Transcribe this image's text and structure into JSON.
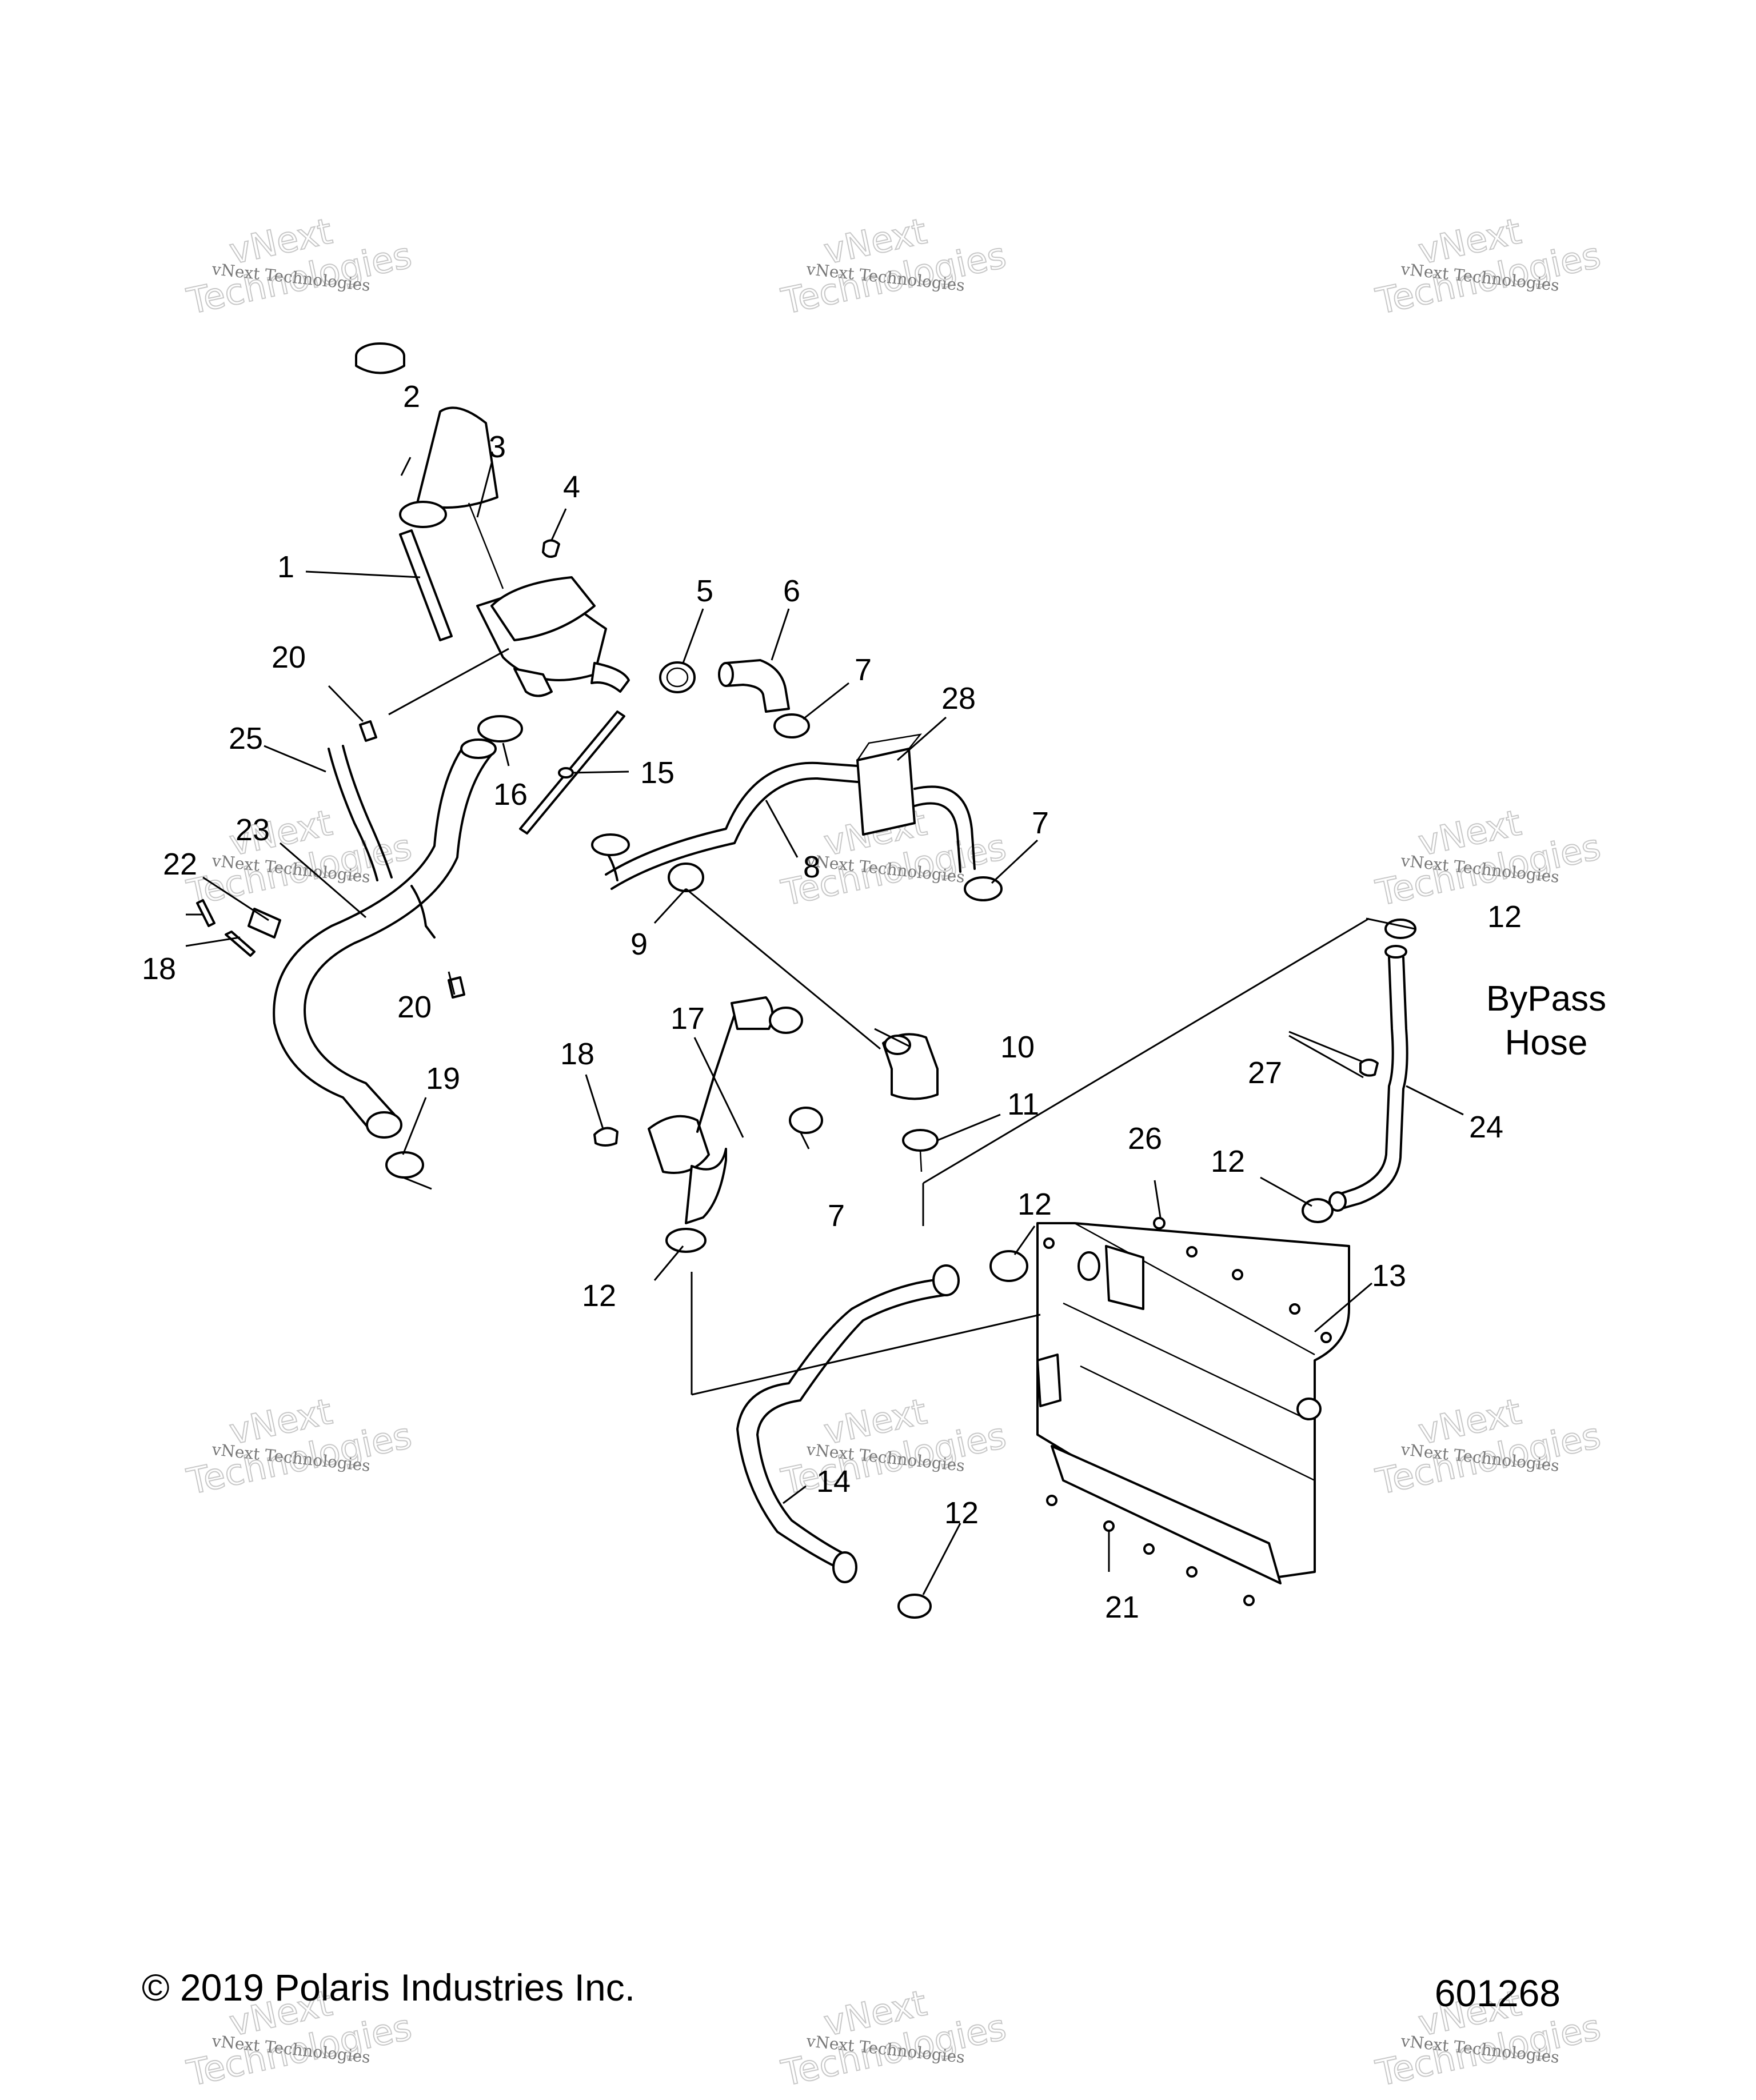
{
  "diagram": {
    "callouts": [
      {
        "id": "c2",
        "text": "2"
      },
      {
        "id": "c3",
        "text": "3"
      },
      {
        "id": "c4",
        "text": "4"
      },
      {
        "id": "c1",
        "text": "1"
      },
      {
        "id": "c5",
        "text": "5"
      },
      {
        "id": "c6",
        "text": "6"
      },
      {
        "id": "c7a",
        "text": "7"
      },
      {
        "id": "c20a",
        "text": "20"
      },
      {
        "id": "c28",
        "text": "28"
      },
      {
        "id": "c25",
        "text": "25"
      },
      {
        "id": "c16",
        "text": "16"
      },
      {
        "id": "c15",
        "text": "15"
      },
      {
        "id": "c23",
        "text": "23"
      },
      {
        "id": "c7b",
        "text": "7"
      },
      {
        "id": "c22",
        "text": "22"
      },
      {
        "id": "c8",
        "text": "8"
      },
      {
        "id": "c12a",
        "text": "12"
      },
      {
        "id": "c18a",
        "text": "18"
      },
      {
        "id": "c9",
        "text": "9"
      },
      {
        "id": "c20b",
        "text": "20"
      },
      {
        "id": "c17",
        "text": "17"
      },
      {
        "id": "c10",
        "text": "10"
      },
      {
        "id": "c18b",
        "text": "18"
      },
      {
        "id": "c19",
        "text": "19"
      },
      {
        "id": "c27",
        "text": "27"
      },
      {
        "id": "c11",
        "text": "11"
      },
      {
        "id": "c24",
        "text": "24"
      },
      {
        "id": "c26",
        "text": "26"
      },
      {
        "id": "c12b",
        "text": "12"
      },
      {
        "id": "c7c",
        "text": "7"
      },
      {
        "id": "c12c",
        "text": "12"
      },
      {
        "id": "c13",
        "text": "13"
      },
      {
        "id": "c12d",
        "text": "12"
      },
      {
        "id": "c14",
        "text": "14"
      },
      {
        "id": "c12e",
        "text": "12"
      },
      {
        "id": "c21",
        "text": "21"
      }
    ],
    "bypass_line1": "ByPass",
    "bypass_line2": "Hose"
  },
  "footer": {
    "copyright": "© 2019 Polaris Industries Inc.",
    "diagram_number": "601268"
  },
  "watermark": {
    "line1": "vNext Technologies",
    "line2": "Technologies",
    "line3": "vNext"
  }
}
